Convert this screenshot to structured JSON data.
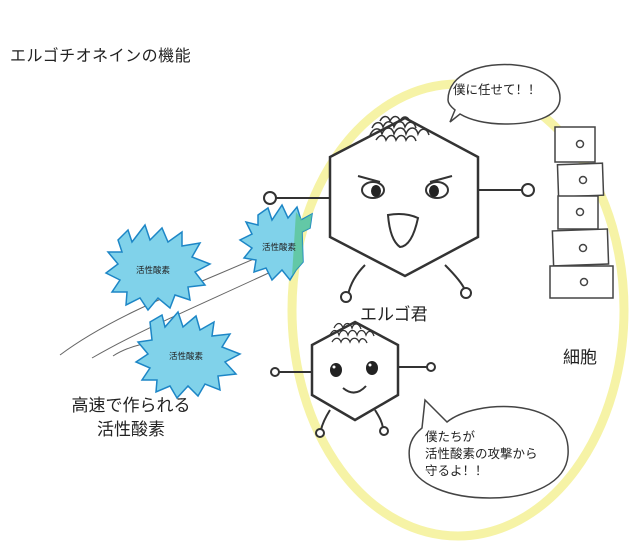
{
  "title": "エルゴチオネインの機能",
  "cell_label": "細胞",
  "ergo_label": "エルゴ君",
  "speed_label_line1": "高速で作られる",
  "speed_label_line2": "活性酸素",
  "ros_label": "活性酸素",
  "bubble_top": "僕に任せて！！",
  "bubble_bottom": {
    "line1": "僕たちが",
    "line2": "活性酸素の攻撃から",
    "line3": "守るよ！！"
  },
  "colors": {
    "cell_outline": "#f4f0a0",
    "ros_fill": "#7fd3ea",
    "ros_edge": "#1e88c8",
    "ros_hit": "#5ec79a",
    "line": "#333333"
  }
}
